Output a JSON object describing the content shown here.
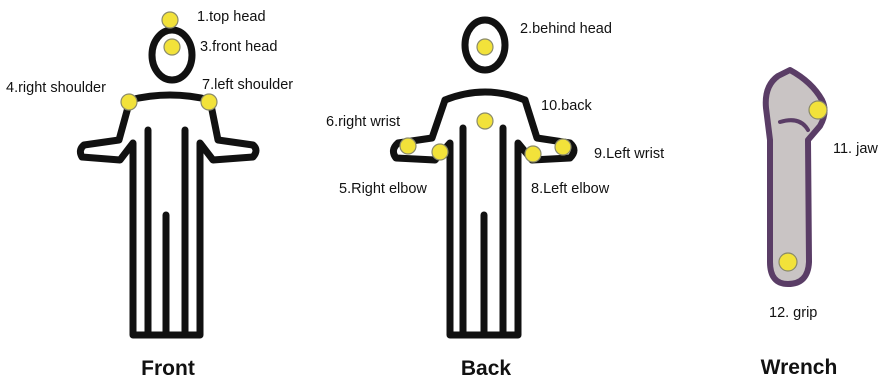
{
  "captions": {
    "front": "Front",
    "back": "Back",
    "wrench": "Wrench"
  },
  "points": [
    {
      "id": 1,
      "label": "1.top head"
    },
    {
      "id": 2,
      "label": "2.behind head"
    },
    {
      "id": 3,
      "label": "3.front head"
    },
    {
      "id": 4,
      "label": "4.right shoulder"
    },
    {
      "id": 5,
      "label": "5.Right elbow"
    },
    {
      "id": 6,
      "label": "6.right wrist"
    },
    {
      "id": 7,
      "label": "7.left shoulder"
    },
    {
      "id": 8,
      "label": "8.Left elbow"
    },
    {
      "id": 9,
      "label": "9.Left wrist"
    },
    {
      "id": 10,
      "label": "10.back"
    },
    {
      "id": 11,
      "label": "11. jaw"
    },
    {
      "id": 12,
      "label": "12. grip"
    }
  ],
  "colors": {
    "marker_fill": "#f2e23a",
    "marker_stroke": "#8a8a6a",
    "figure": "#111111",
    "wrench_body": "#c9c4c4",
    "wrench_outline": "#5a3d66"
  }
}
